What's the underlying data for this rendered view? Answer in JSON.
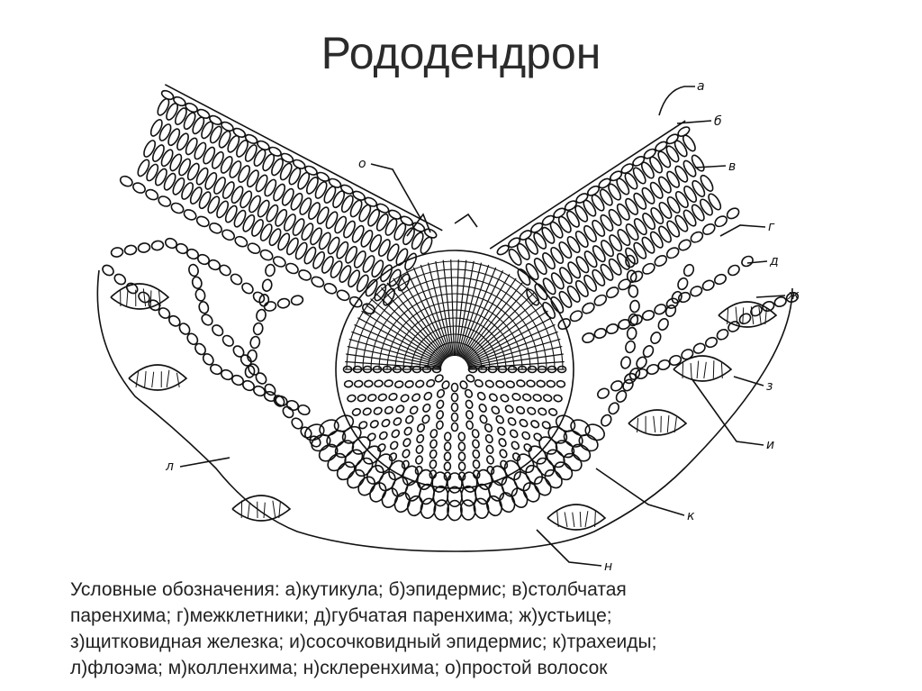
{
  "slide": {
    "title": "Рододендрон"
  },
  "diagram": {
    "labels": {
      "a": "а",
      "b": "б",
      "v": "в",
      "g": "г",
      "d": "д",
      "zh": "ж",
      "z": "з",
      "i": "и",
      "k": "к",
      "n": "н",
      "l": "л",
      "o": "о"
    }
  },
  "legend": {
    "lines": [
      "Условные обозначения: а)кутикула; б)эпидермис; в)столбчатая",
      "паренхима; г)межклетники; д)губчатая паренхима; ж)устьице;",
      "з)щитковидная железка; и)сосочковидный эпидермис; к)трахеиды;",
      "л)флоэма; м)колленхима; н)склеренхима; о)простой волосок"
    ]
  }
}
